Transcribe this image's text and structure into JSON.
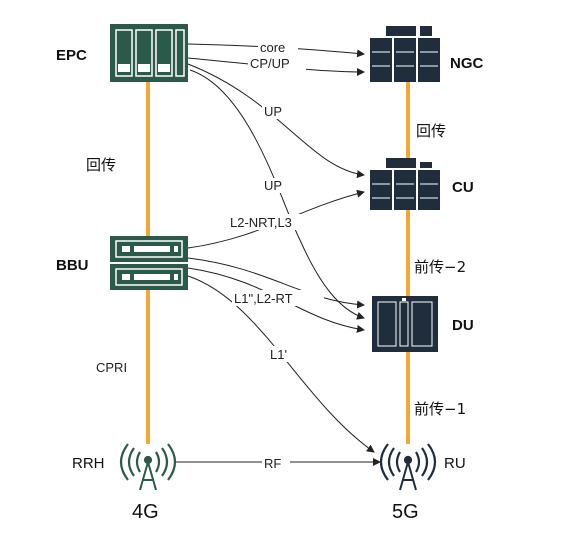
{
  "nodes": {
    "epc": "EPC",
    "bbu": "BBU",
    "rrh": "RRH",
    "ngc": "NGC",
    "cu": "CU",
    "du": "DU",
    "ru": "RU"
  },
  "links": {
    "epc_bbu": "回传",
    "bbu_rrh": "CPRI",
    "ngc_cu": "回传",
    "cu_du": "前传−2",
    "du_ru": "前传−1"
  },
  "edges": {
    "core": "core",
    "cp_up": "CP/UP",
    "up_1": "UP",
    "up_2": "UP",
    "l2nrt_l3": "L2-NRT,L3",
    "l1_l2rt": "L1\",L2-RT",
    "l1p": "L1'",
    "rf": "RF"
  },
  "generations": {
    "left": "4G",
    "right": "5G"
  },
  "colors": {
    "link_orange": "#f4a637",
    "equip_green": "#2b5a4a",
    "equip_navy": "#1f2d3d",
    "arrow": "#222222"
  }
}
